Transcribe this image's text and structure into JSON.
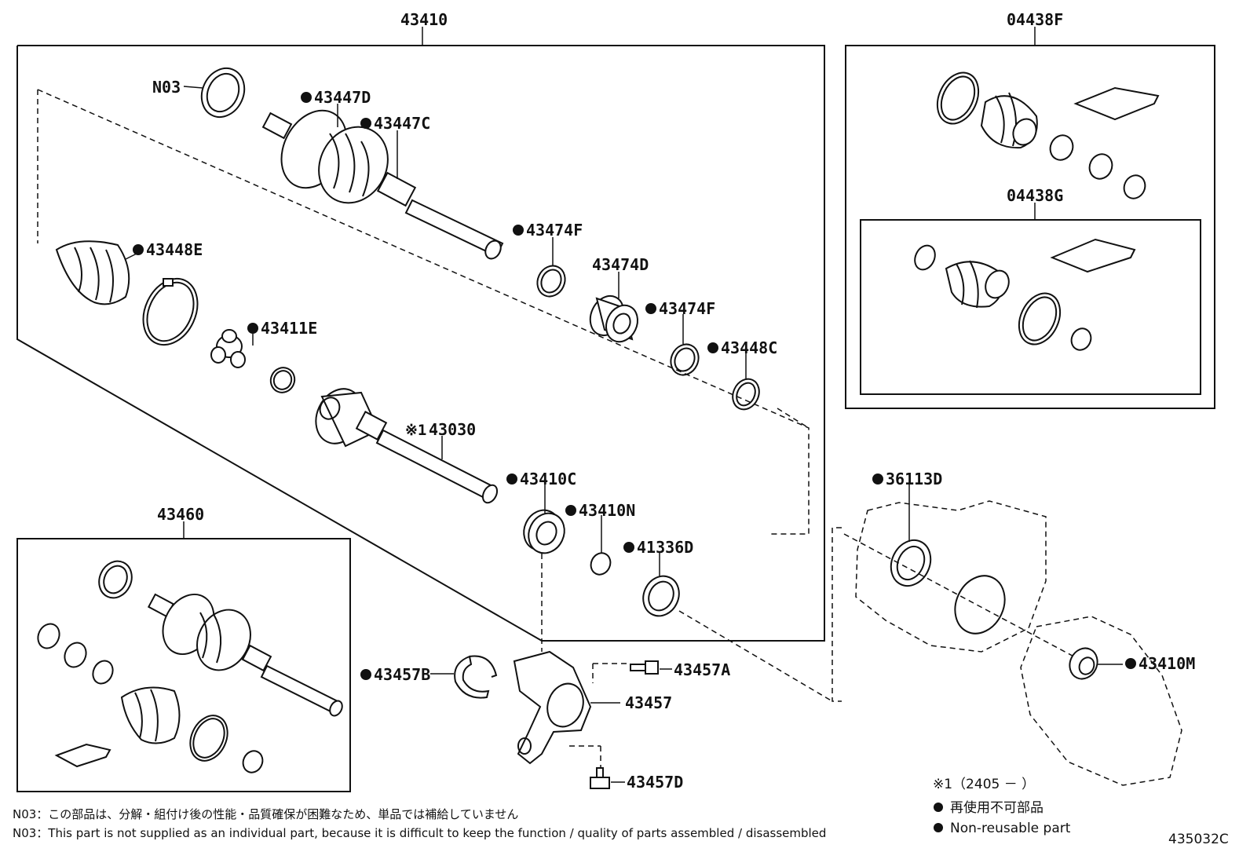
{
  "diagram": {
    "assemblies": {
      "main": "43410",
      "boot_kit": "04438F",
      "boot_kit_inner": "04438G",
      "alt_shaft": "43460"
    },
    "parts": {
      "n03": "N03",
      "p43447D": "43447D",
      "p43447C": "43447C",
      "p43474F_a": "43474F",
      "p43448E": "43448E",
      "p43474D": "43474D",
      "p43474F_b": "43474F",
      "p43411E": "43411E",
      "p43448C": "43448C",
      "p43030_mark": "※1",
      "p43030": "43030",
      "p43410C": "43410C",
      "p43410N": "43410N",
      "p41336D": "41336D",
      "p36113D": "36113D",
      "p43410M": "43410M",
      "p43457B": "43457B",
      "p43457A": "43457A",
      "p43457": "43457",
      "p43457D": "43457D"
    },
    "notes": {
      "jp": "N03：この部品は、分解・組付け後の性能・品質確保が困難なため、単品では補給していません",
      "en": "N03：This part is not supplied as an individual part, because it is difficult to keep the function / quality of parts  assembled / disassembled"
    },
    "legend": {
      "mark1": "※1（2405  －      ）",
      "non_reusable_jp": "再使用不可部品",
      "non_reusable_en": "Non-reusable part"
    },
    "diagram_code": "435032C"
  }
}
